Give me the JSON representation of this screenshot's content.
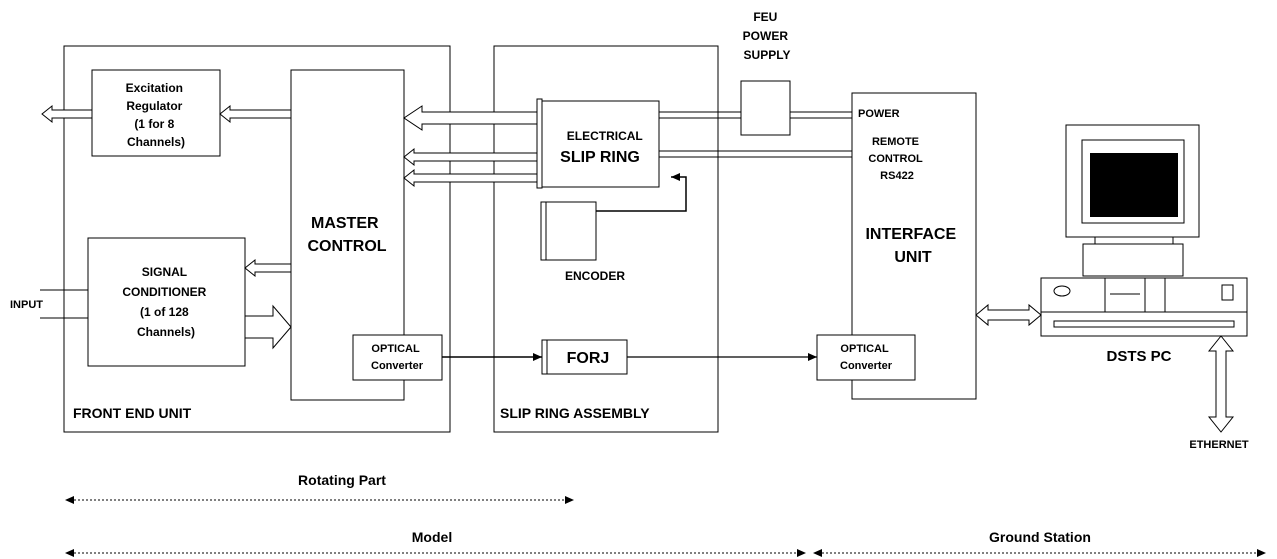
{
  "blocks": {
    "front_end_unit": "FRONT END UNIT",
    "slip_ring_assembly": "SLIP RING ASSEMBLY",
    "interface_unit": [
      "INTERFACE",
      "UNIT"
    ],
    "excitation_regulator": [
      "Excitation",
      "Regulator",
      "(1 for 8",
      "Channels)"
    ],
    "master_control": [
      "MASTER",
      "CONTROL"
    ],
    "signal_conditioner": [
      "SIGNAL",
      "CONDITIONER",
      "(1 of 128",
      "Channels)"
    ],
    "optical_converter": [
      "OPTICAL",
      "Converter"
    ],
    "electrical_slip_ring": [
      "ELECTRICAL",
      "SLIP RING"
    ],
    "encoder": "ENCODER",
    "forj": "FORJ",
    "feu_power_supply": [
      "FEU",
      "POWER",
      "SUPPLY"
    ],
    "dsts_pc": "DSTS PC"
  },
  "labels": {
    "input": "INPUT",
    "power": "POWER",
    "remote_control": [
      "REMOTE",
      "CONTROL",
      "RS422"
    ],
    "ethernet": "ETHERNET"
  },
  "spans": {
    "rotating_part": "Rotating Part",
    "model": "Model",
    "ground_station": "Ground Station"
  }
}
